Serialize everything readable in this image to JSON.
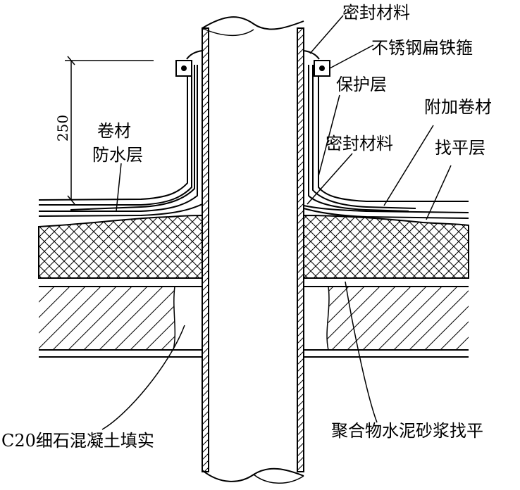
{
  "dimension": {
    "value": "250"
  },
  "labels": {
    "sealant_top": "密封材料",
    "steel_band": "不锈钢扁铁箍",
    "protective_layer": "保护层",
    "additional_membrane": "附加卷材",
    "membrane_line1": "卷材",
    "membrane_line2": "防水层",
    "sealant_inner": "密封材料",
    "leveling_layer": "找平层",
    "c20_fill": "C20细石混凝土填实",
    "polymer_mortar": "聚合物水泥砂浆找平"
  },
  "colors": {
    "line": "#000000",
    "background": "#ffffff"
  }
}
